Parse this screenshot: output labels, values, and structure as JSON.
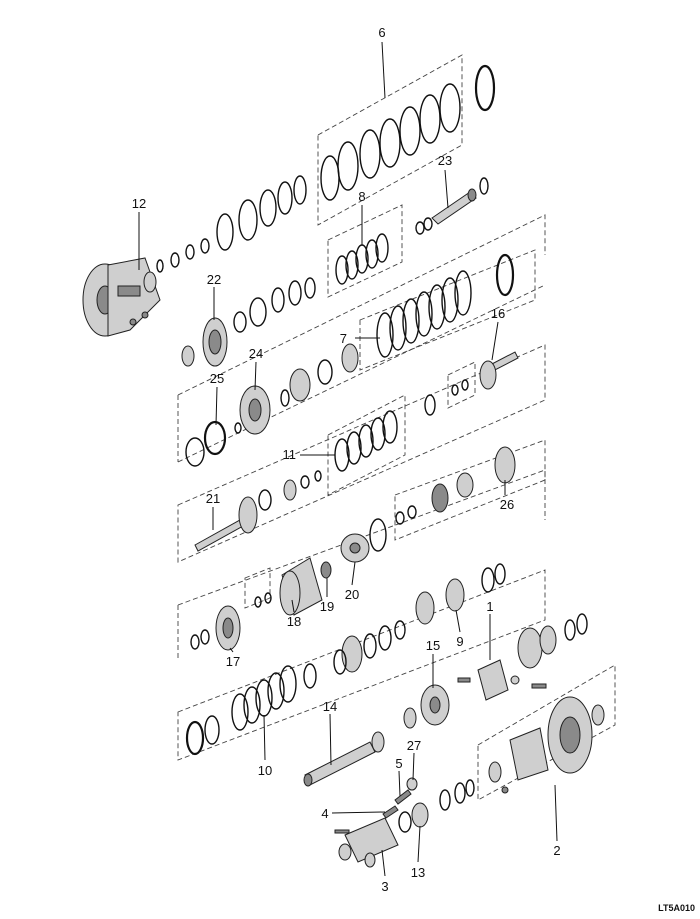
{
  "figure": {
    "id": "LT5A010"
  },
  "part_numbers": [
    "1",
    "2",
    "3",
    "4",
    "5",
    "6",
    "7",
    "8",
    "9",
    "10",
    "11",
    "12",
    "13",
    "14",
    "15",
    "16",
    "17",
    "18",
    "19",
    "20",
    "21",
    "22",
    "23",
    "24",
    "25",
    "26",
    "27"
  ]
}
